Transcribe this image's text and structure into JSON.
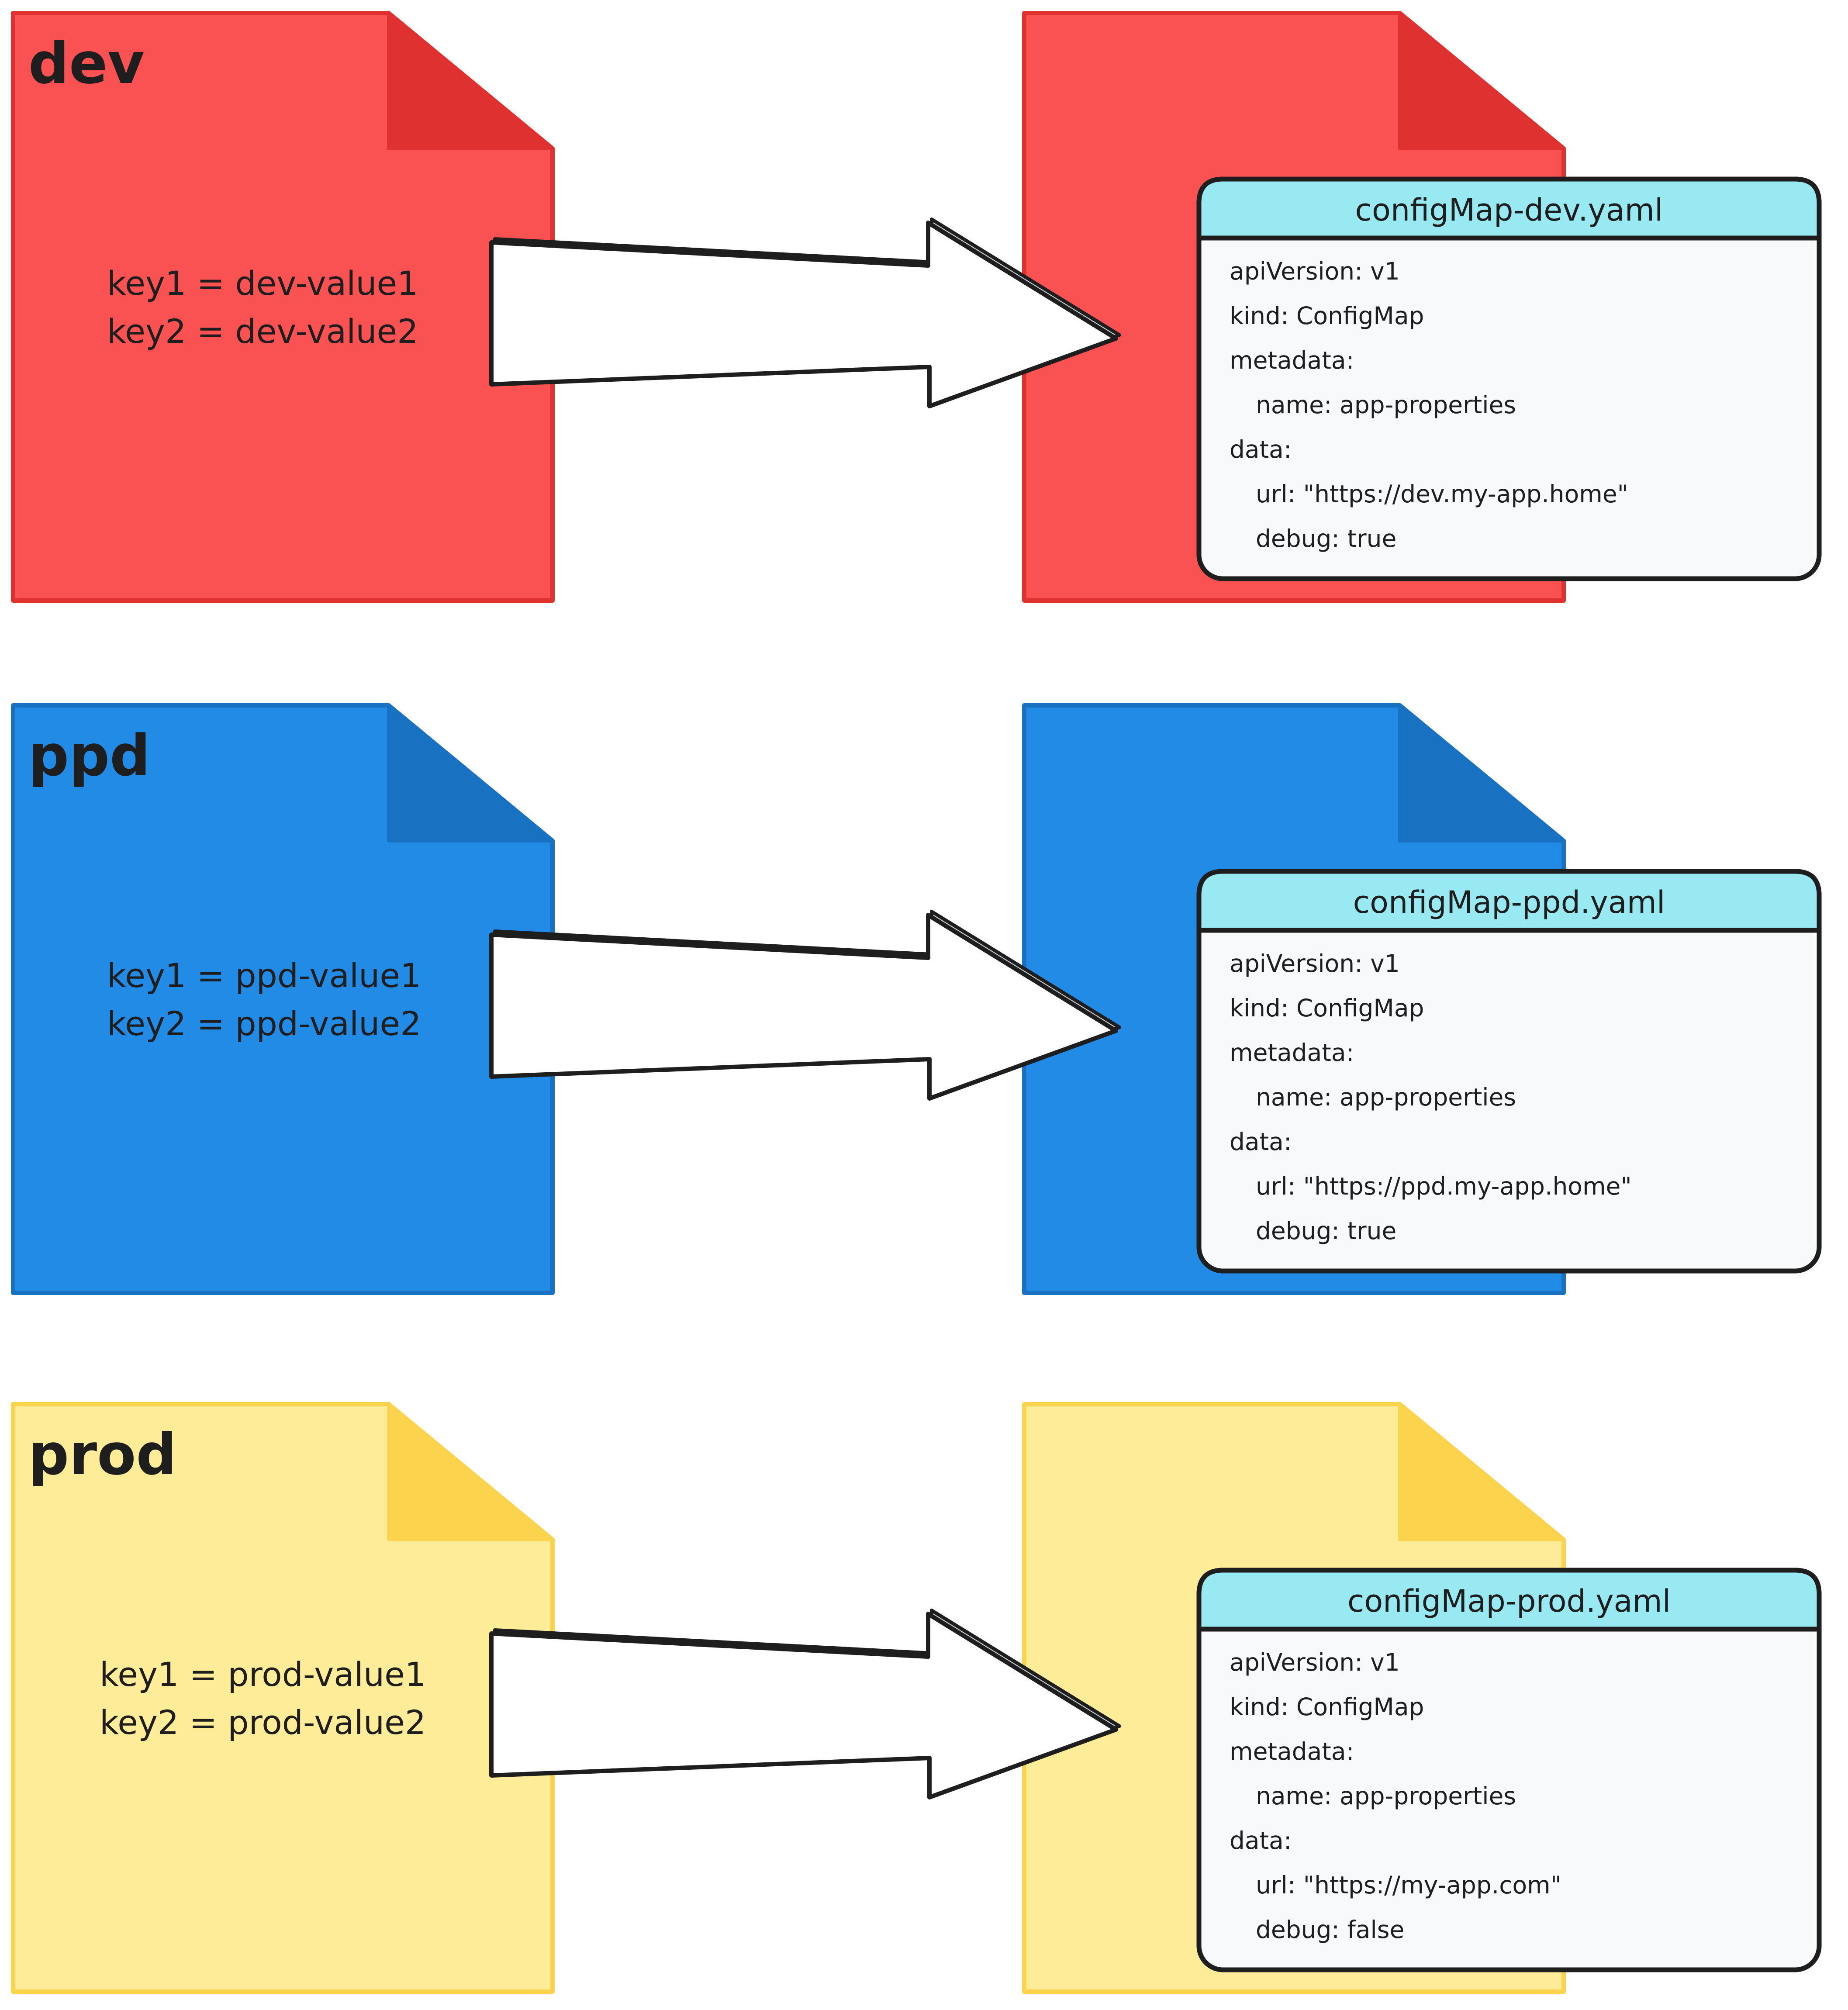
{
  "rows": [
    {
      "env": "dev",
      "colors": {
        "page": "#fa5252",
        "fold": "#e03131",
        "stroke": "#e03131"
      },
      "properties": [
        "key1 = dev-value1",
        "key2 = dev-value2"
      ],
      "configmap": {
        "title": "configMap-dev.yaml",
        "lines": [
          "apiVersion: v1",
          "kind: ConfigMap",
          "metadata:",
          "name: app-properties",
          "data:",
          "url: \"https://dev.my-app.home\"",
          "debug: true"
        ]
      }
    },
    {
      "env": "ppd",
      "colors": {
        "page": "#228be6",
        "fold": "#1971c2",
        "stroke": "#1971c2"
      },
      "properties": [
        "key1 = ppd-value1",
        "key2 = ppd-value2"
      ],
      "configmap": {
        "title": "configMap-ppd.yaml",
        "lines": [
          "apiVersion: v1",
          "kind: ConfigMap",
          "metadata:",
          "name: app-properties",
          "data:",
          "url: \"https://ppd.my-app.home\"",
          "debug: true"
        ]
      }
    },
    {
      "env": "prod",
      "colors": {
        "page": "#ffec99",
        "fold": "#fcd34d",
        "stroke": "#fcd34d"
      },
      "properties": [
        "key1 = prod-value1",
        "key2 = prod-value2"
      ],
      "configmap": {
        "title": "configMap-prod.yaml",
        "lines": [
          "apiVersion: v1",
          "kind: ConfigMap",
          "metadata:",
          "name: app-properties",
          "data:",
          "url: \"https://my-app.com\"",
          "debug: false"
        ]
      }
    }
  ],
  "configmap_header_color": "#99e9f2",
  "configmap_body_color": "#f8f9fa"
}
